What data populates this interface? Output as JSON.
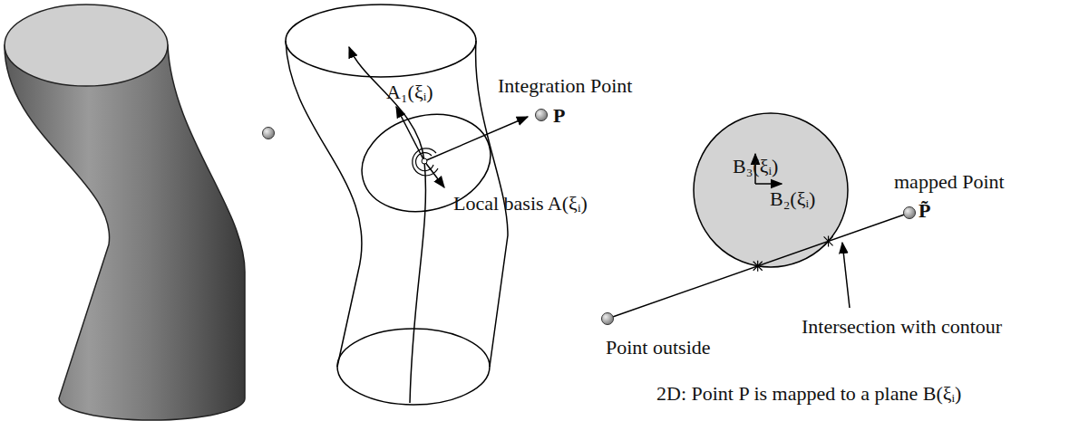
{
  "diagram": {
    "labels": [
      "Integration Point",
      "P",
      "A₁(ξᵢ)",
      "Local basis A(ξᵢ)",
      "B₃(ξᵢ)",
      "B₂(ξᵢ)",
      "mapped Point",
      "P̃",
      "Intersection with contour",
      "Point outside",
      "2D: Point P is mapped to a plane B(ξᵢ)"
    ]
  }
}
